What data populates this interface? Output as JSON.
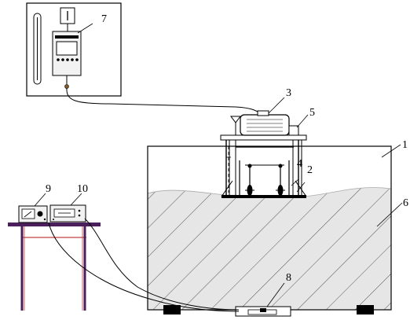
{
  "labels": {
    "l2": "2",
    "l3": "3",
    "l4": "4",
    "l5": "5",
    "l6": "6",
    "l7": "7",
    "l8": "8",
    "l9": "9",
    "l10": "10",
    "l1": "1"
  },
  "colors": {
    "line": "#000000",
    "hatch": "#555555",
    "water": "#e6e6e6",
    "table": "#4b1f5c",
    "table_edge": "#c44040",
    "device_fill": "#f2f2f2"
  }
}
